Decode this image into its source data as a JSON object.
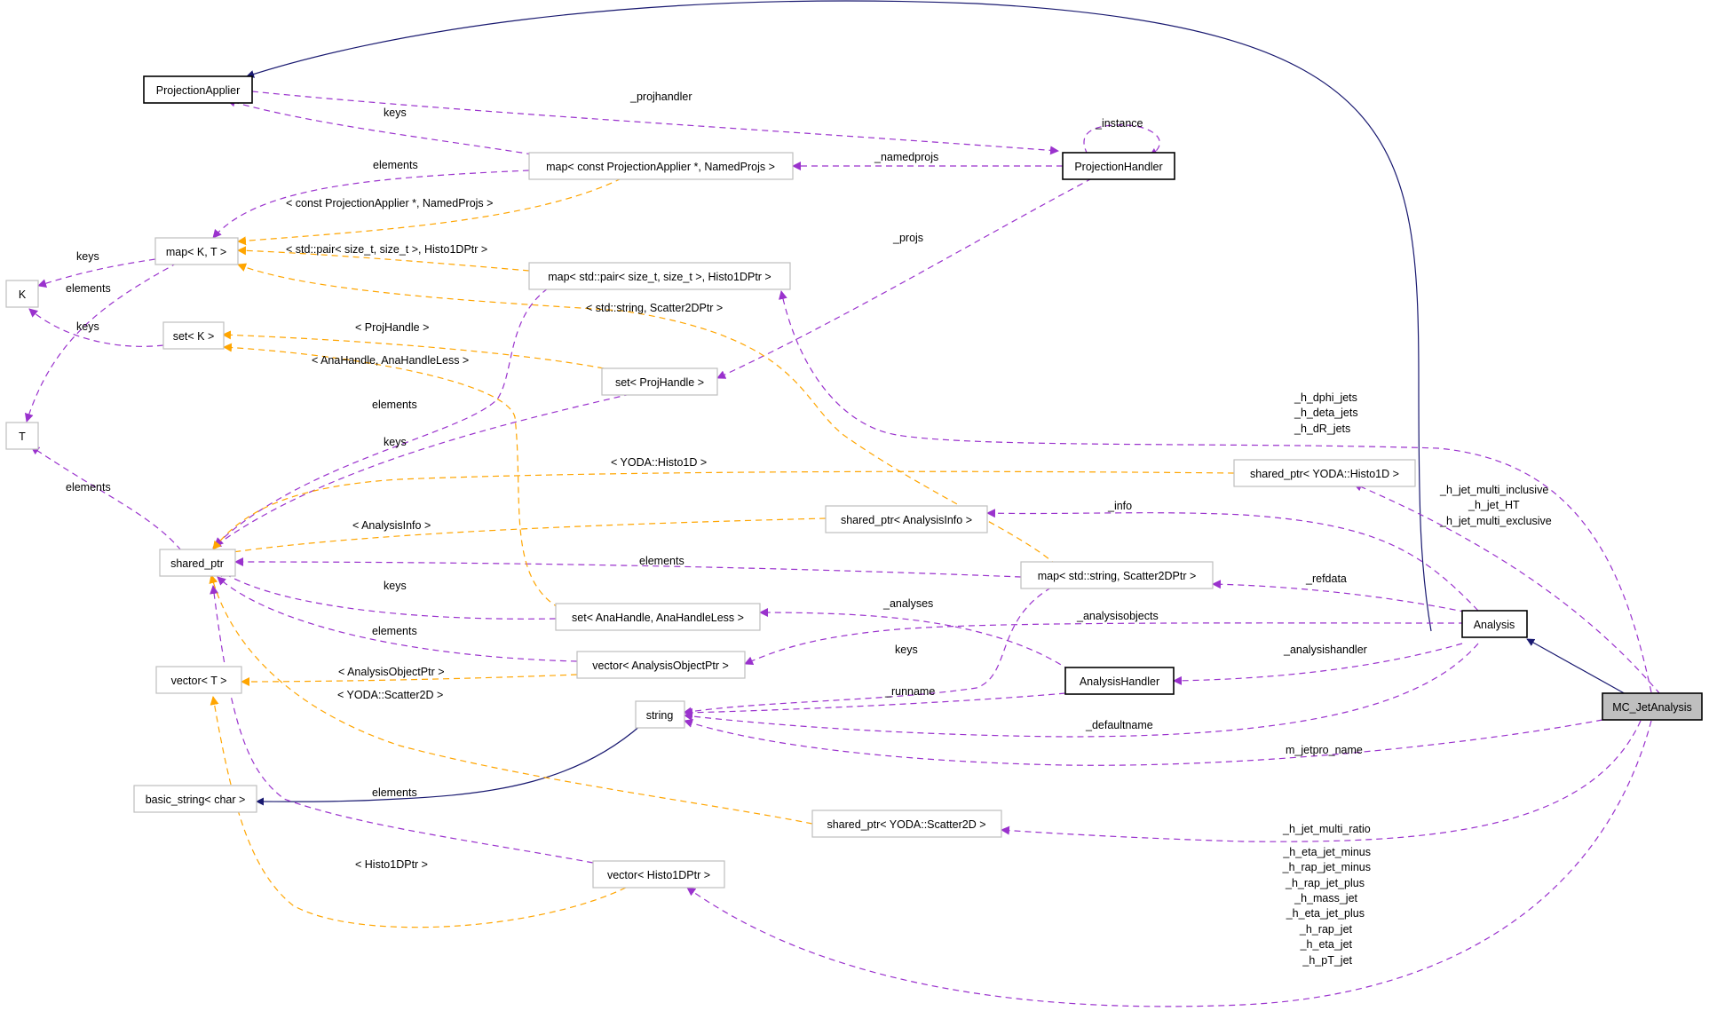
{
  "colors": {
    "inheritance": "#191970",
    "usage": "#9a32cd",
    "template": "#ffa500",
    "node_border_light": "#bfbfbf",
    "node_border_strong": "#000000",
    "focus_fill": "#bfbfbf"
  },
  "nodes": {
    "ProjectionApplier": "ProjectionApplier",
    "map_projapplier": "map< const ProjectionApplier *, NamedProjs >",
    "ProjectionHandler": "ProjectionHandler",
    "map_KT": "map< K, T >",
    "K": "K",
    "map_pair": "map< std::pair< size_t, size_t >, Histo1DPtr >",
    "set_K": "set< K >",
    "set_ProjHandle": "set< ProjHandle >",
    "T": "T",
    "shared_ptr_Histo1D": "shared_ptr< YODA::Histo1D >",
    "shared_ptr_AnalysisInfo": "shared_ptr< AnalysisInfo >",
    "shared_ptr": "shared_ptr",
    "map_string": "map< std::string, Scatter2DPtr >",
    "set_AnaHandle": "set< AnaHandle, AnaHandleLess >",
    "Analysis": "Analysis",
    "vector_T": "vector< T >",
    "vector_AnalysisObjectPtr": "vector< AnalysisObjectPtr >",
    "AnalysisHandler": "AnalysisHandler",
    "MC_JetAnalysis": "MC_JetAnalysis",
    "string": "string",
    "basic_string": "basic_string< char >",
    "shared_ptr_Scatter2D": "shared_ptr< YODA::Scatter2D >",
    "vector_Histo1DPtr": "vector< Histo1DPtr >"
  },
  "edge_labels": {
    "projhandler": "_projhandler",
    "keys_projapplier": "keys",
    "instance": "_instance",
    "namedprojs": "_namedprojs",
    "elements_map_projapplier": "elements",
    "tmpl_projapplier": "< const ProjectionApplier *, NamedProjs >",
    "keys_K": "keys",
    "elements_T": "elements",
    "tmpl_pair": "< std::pair< size_t, size_t >, Histo1DPtr >",
    "projs": "_projs",
    "tmpl_string_scatter": "< std::string, Scatter2DPtr >",
    "keys_setK": "keys",
    "tmpl_projhandle": "< ProjHandle >",
    "tmpl_anahandle": "< AnaHandle, AnaHandleLess >",
    "elements_pair": "elements",
    "keys_setprojhandle": "keys",
    "tmpl_histo1d": "< YODA::Histo1D >",
    "dphi_jets": "_h_dphi_jets",
    "deta_jets": "_h_deta_jets",
    "dR_jets": "_h_dR_jets",
    "multi_inclusive": "_h_jet_multi_inclusive",
    "jet_HT": "_h_jet_HT",
    "multi_exclusive": "_h_jet_multi_exclusive",
    "elements_vectorT": "elements",
    "tmpl_analysisinfo": "< AnalysisInfo >",
    "info": "_info",
    "elements_mapstring": "elements",
    "refdata": "_refdata",
    "keys_anahandle": "keys",
    "analyses": "_analyses",
    "elements_vector_aop": "elements",
    "analysisobjects": "_analysisobjects",
    "keys_string": "keys",
    "tmpl_aop": "< AnalysisObjectPtr >",
    "analysishandler": "_analysishandler",
    "tmpl_scatter2d": "< YODA::Scatter2D >",
    "runname": "_runname",
    "defaultname": "_defaultname",
    "jetpro_name": "m_jetpro_name",
    "elements_basic_string": "elements",
    "multi_ratio": "_h_jet_multi_ratio",
    "tmpl_histo1dptr": "< Histo1DPtr >",
    "eta_jet_minus": "_h_eta_jet_minus",
    "rap_jet_minus": "_h_rap_jet_minus",
    "rap_jet_plus": "_h_rap_jet_plus",
    "mass_jet": "_h_mass_jet",
    "eta_jet_plus": "_h_eta_jet_plus",
    "rap_jet": "_h_rap_jet",
    "eta_jet": "_h_eta_jet",
    "pT_jet": "_h_pT_jet"
  }
}
